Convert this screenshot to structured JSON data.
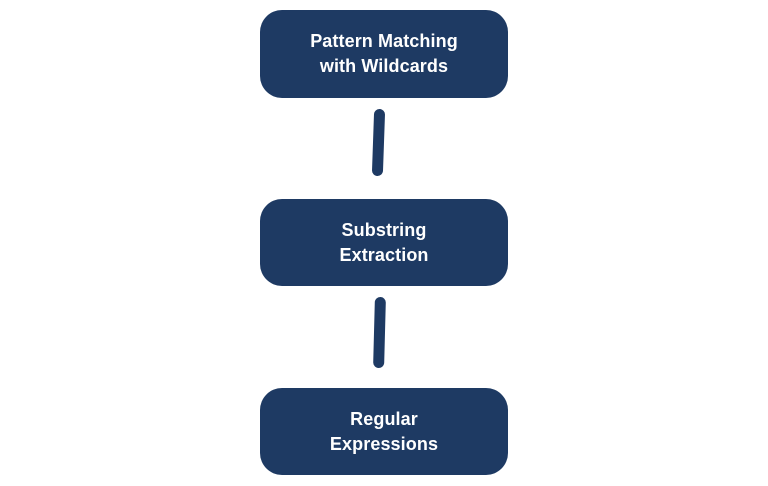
{
  "diagram": {
    "type": "vertical-flowchart",
    "background_color": "#ffffff",
    "node_color": "#1e3a63",
    "node_text_color": "#ffffff",
    "connector_color": "#1e3a63",
    "nodes": [
      {
        "id": "node-0",
        "label": "Pattern Matching\nwith Wildcards"
      },
      {
        "id": "node-1",
        "label": "Substring\nExtraction"
      },
      {
        "id": "node-2",
        "label": "Regular\nExpressions"
      }
    ],
    "connectors": [
      {
        "id": "connector-0",
        "from": "node-0",
        "to": "node-1"
      },
      {
        "id": "connector-1",
        "from": "node-1",
        "to": "node-2"
      }
    ]
  }
}
